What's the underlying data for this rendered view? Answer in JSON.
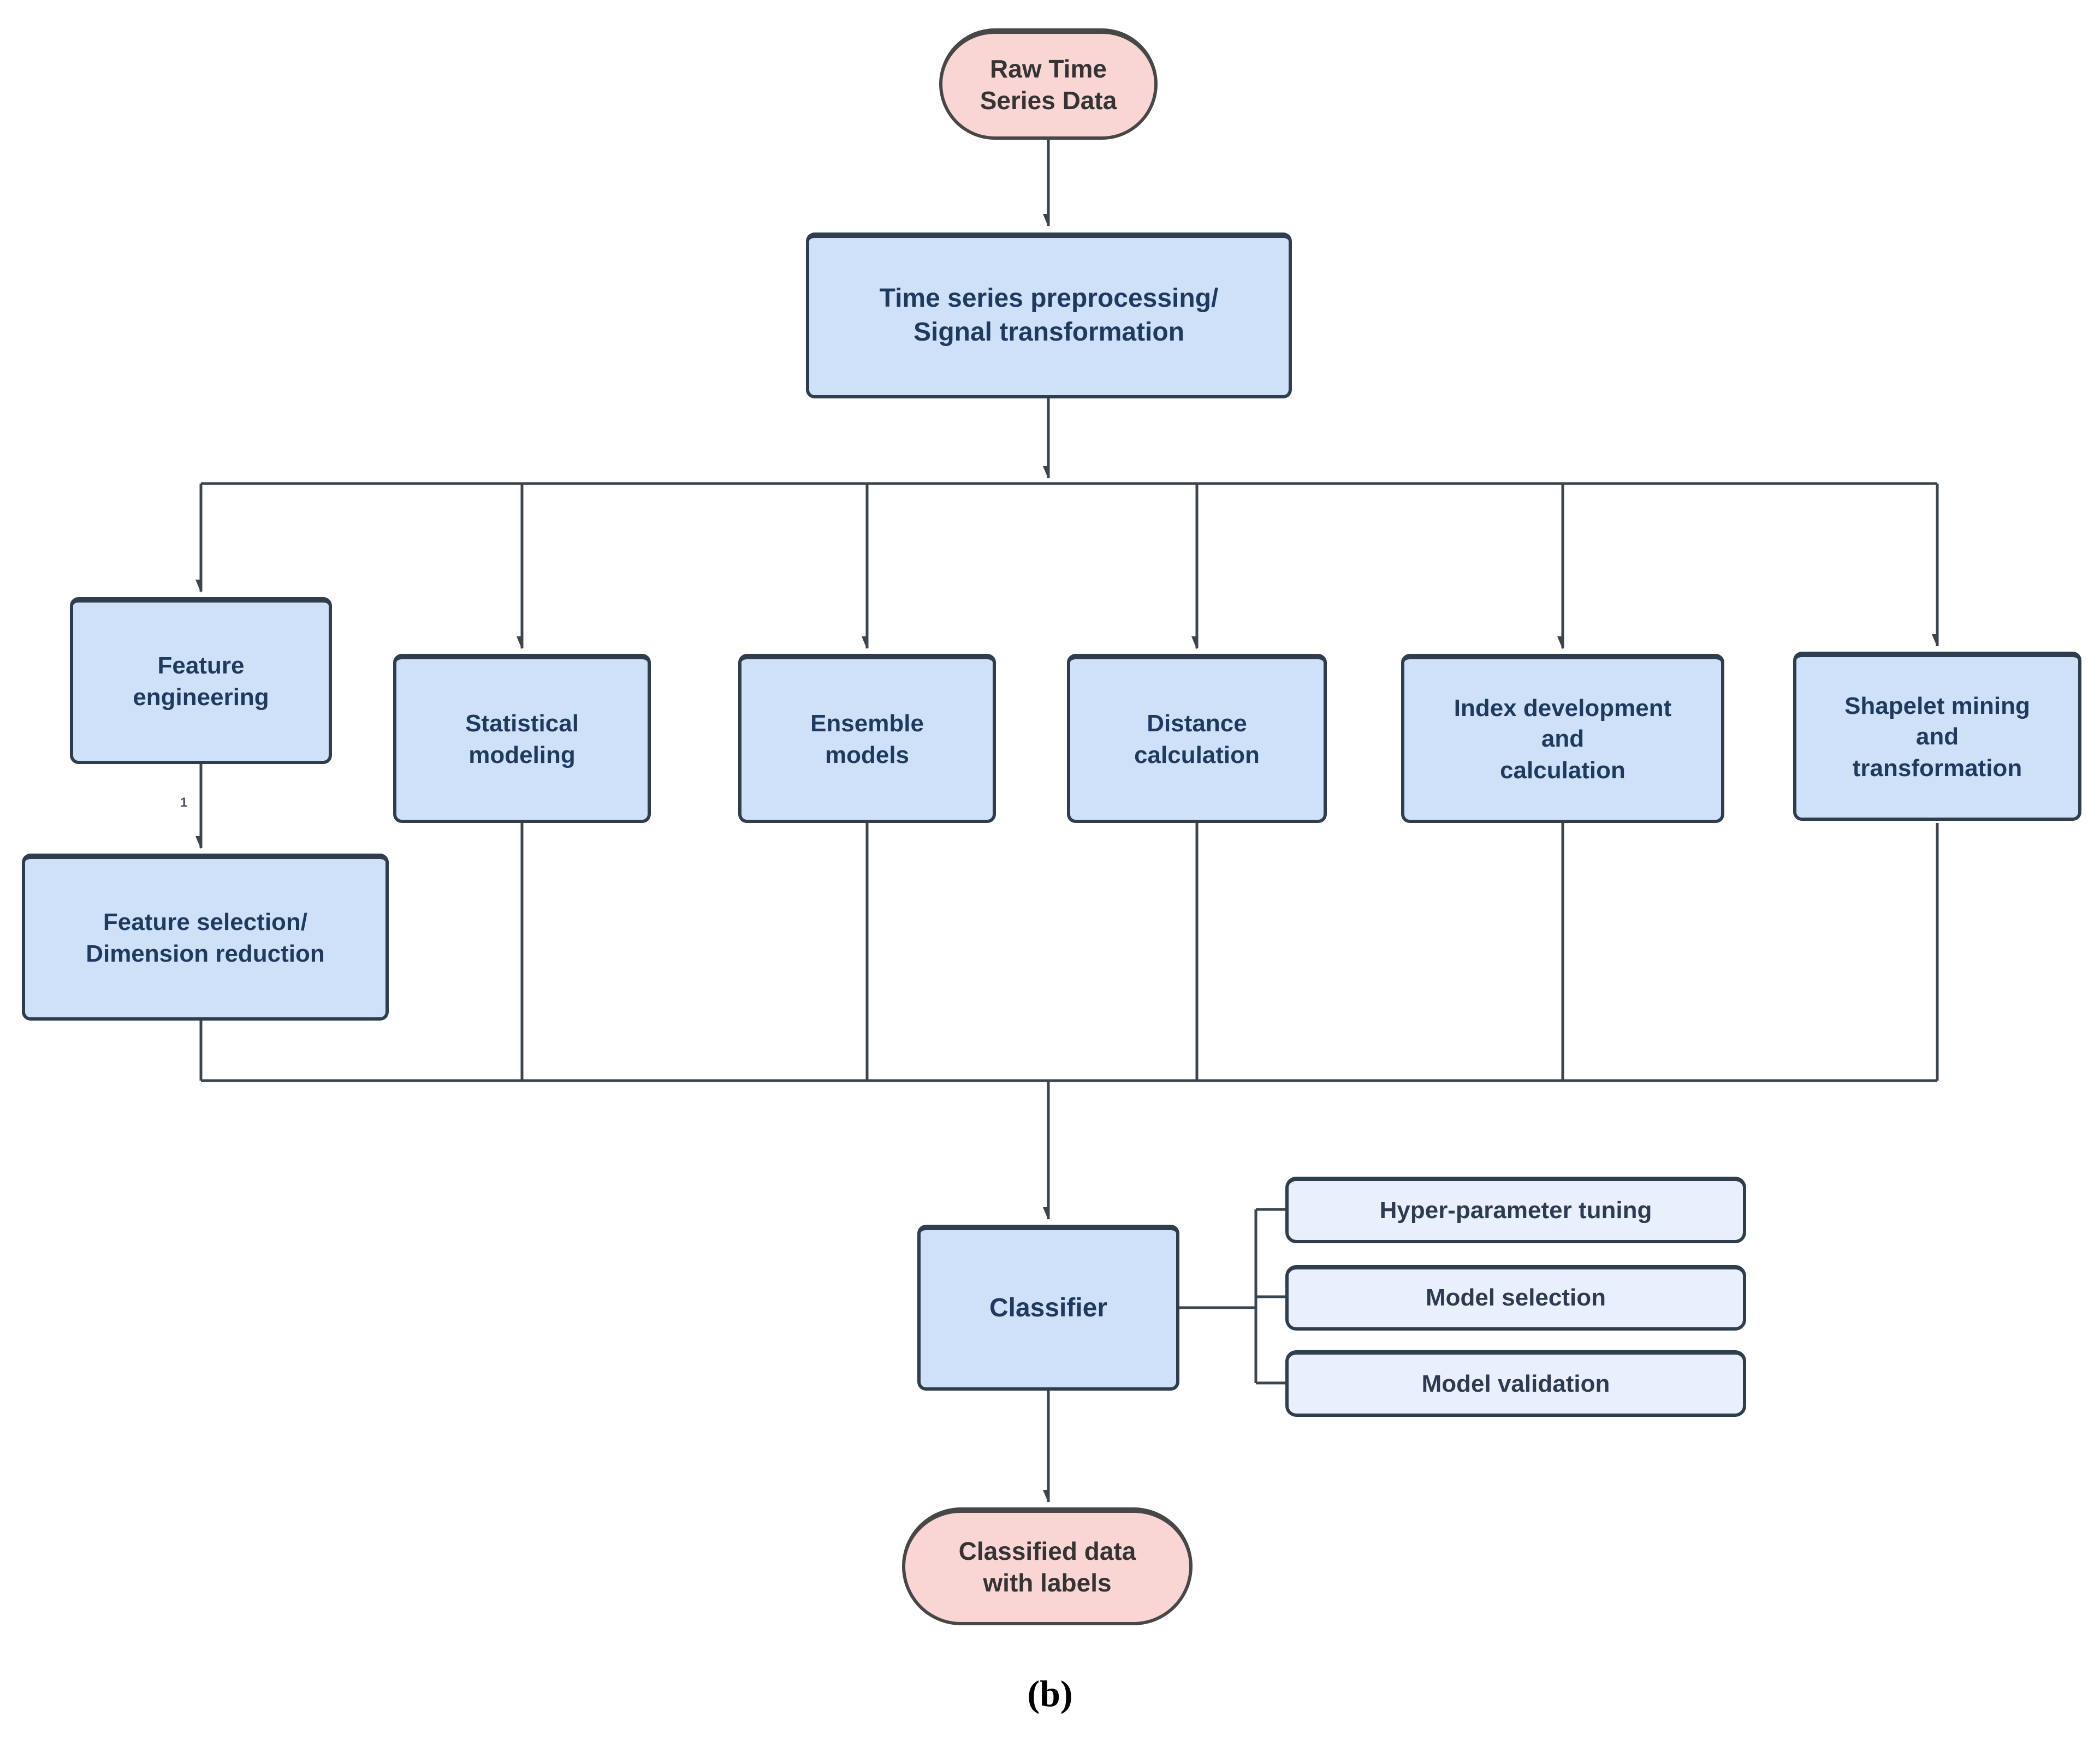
{
  "figure": {
    "caption": "(b)",
    "background": "#ffffff"
  },
  "colors": {
    "process_fill": "#cfe1f9",
    "process_stroke": "#2f3e4f",
    "process_text": "#1f3a5f",
    "terminal_fill": "#f9d6d3",
    "terminal_stroke": "#474747",
    "terminal_text": "#343434",
    "side_box_fill": "#eaf0fb",
    "connector": "#3a4550"
  },
  "nodes": {
    "raw": {
      "type": "terminal",
      "label": "Raw Time\nSeries Data"
    },
    "preprocessing": {
      "type": "process",
      "label": "Time series preprocessing/\nSignal transformation"
    },
    "feature_engineering": {
      "type": "process",
      "label": "Feature\nengineering"
    },
    "statistical_modeling": {
      "type": "process",
      "label": "Statistical\nmodeling"
    },
    "ensemble_models": {
      "type": "process",
      "label": "Ensemble\nmodels"
    },
    "distance_calculation": {
      "type": "process",
      "label": "Distance\ncalculation"
    },
    "index_development": {
      "type": "process",
      "label": "Index development\nand\ncalculation"
    },
    "shapelet_mining": {
      "type": "process",
      "label": "Shapelet mining\nand\ntransformation"
    },
    "feature_selection": {
      "type": "process",
      "label": "Feature selection/\nDimension reduction"
    },
    "classifier": {
      "type": "process",
      "label": "Classifier"
    },
    "hyper_parameter_tuning": {
      "type": "side",
      "label": "Hyper-parameter tuning"
    },
    "model_selection": {
      "type": "side",
      "label": "Model selection"
    },
    "model_validation": {
      "type": "side",
      "label": "Model validation"
    },
    "classified": {
      "type": "terminal",
      "label": "Classified data\nwith labels"
    }
  },
  "edge_labels": {
    "feature_to_selection": "1"
  }
}
